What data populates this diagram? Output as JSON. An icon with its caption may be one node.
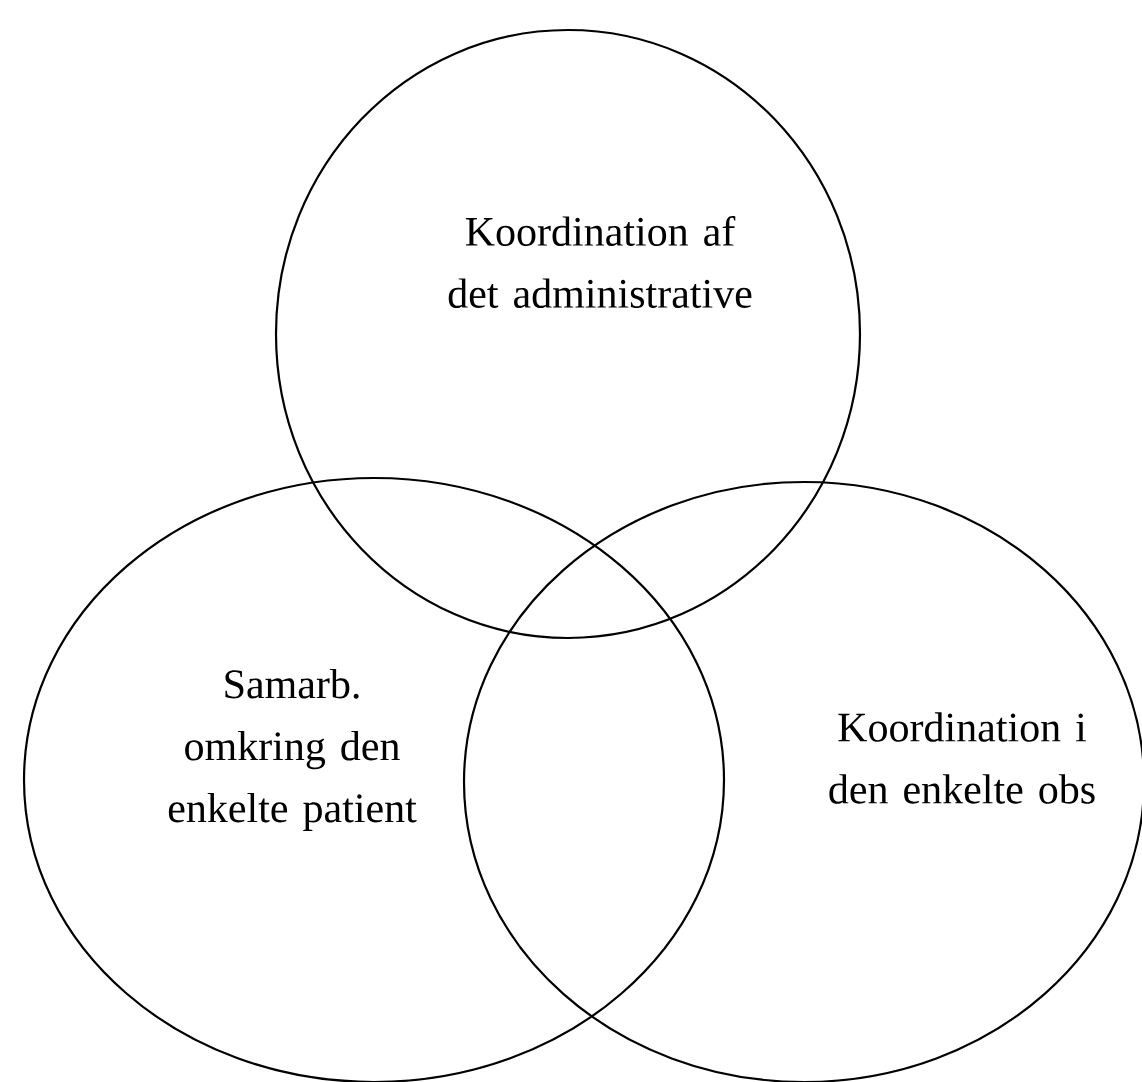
{
  "diagram": {
    "nodes": [
      {
        "text": [
          "Koordination af det administrative"
        ]
      },
      {
        "text": [
          "Samarb. omkring den enkelte patient"
        ]
      },
      {
        "text": [
          "Koordination i den enkelte obs"
        ]
      }
    ]
  }
}
